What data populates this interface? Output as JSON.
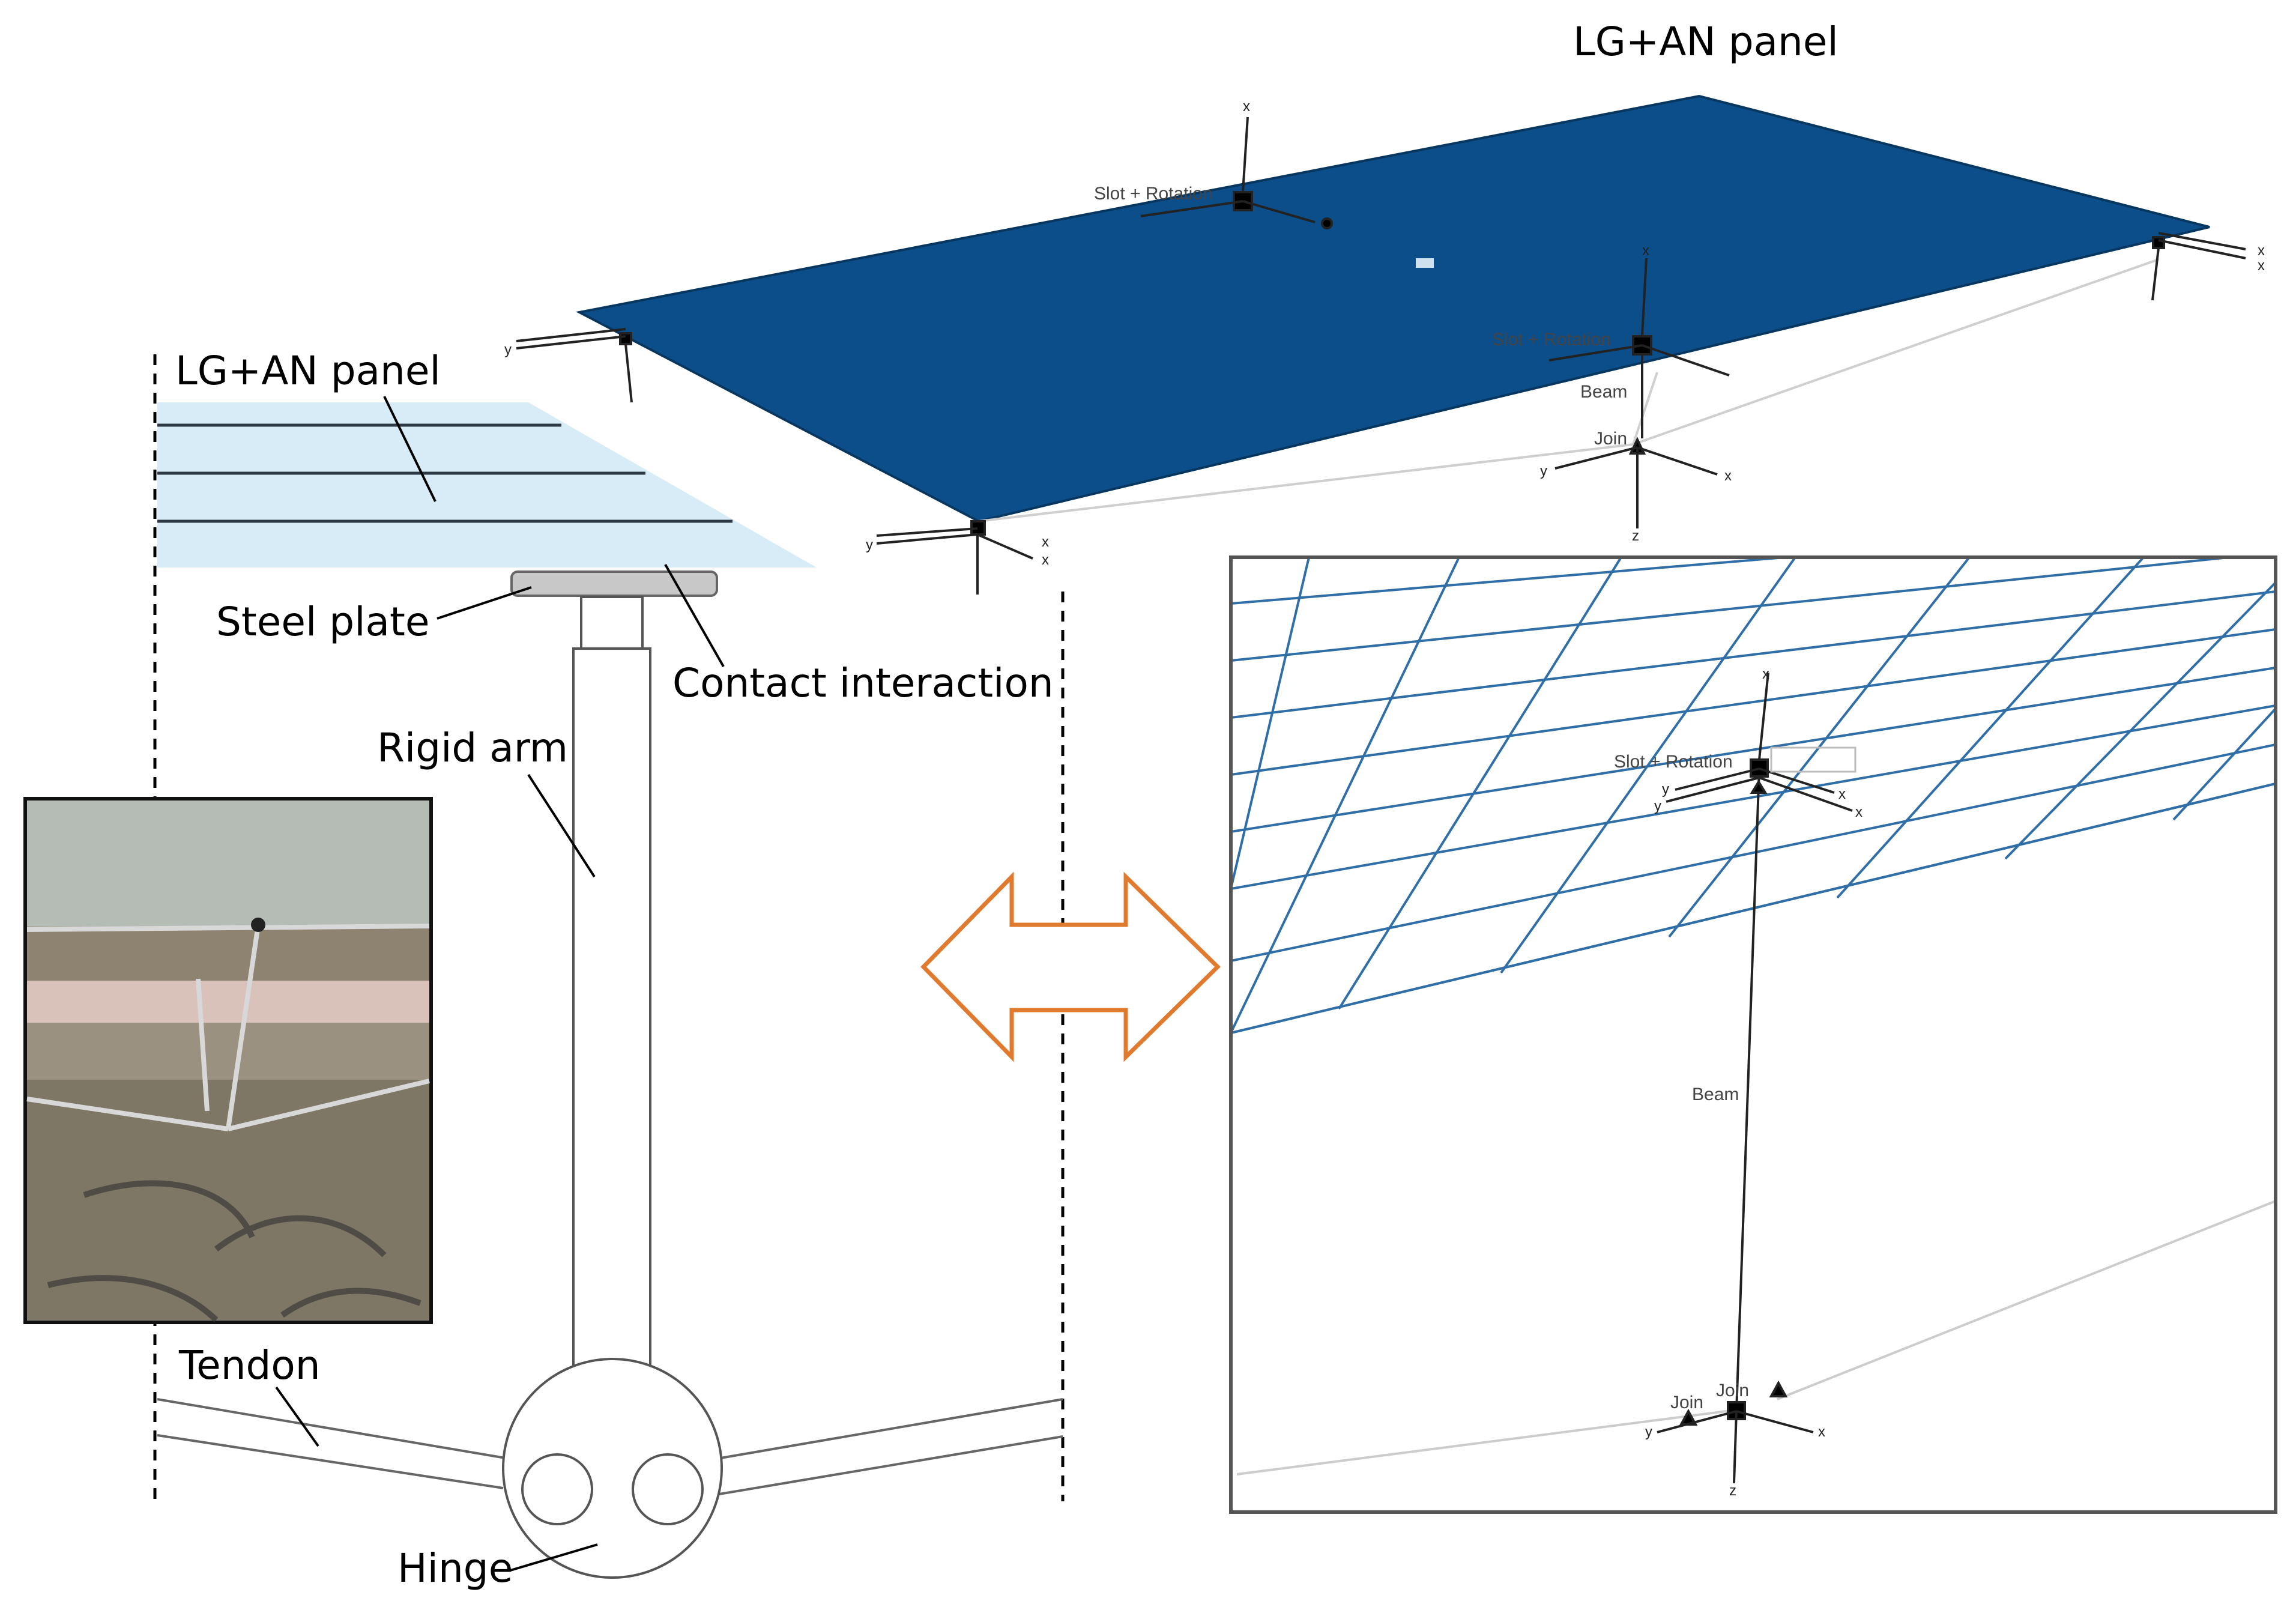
{
  "labels": {
    "panel_top": "LG+AN panel",
    "panel_section": "LG+AN panel",
    "steel_plate": "Steel plate",
    "contact_interaction": "Contact interaction",
    "rigid_arm": "Rigid arm",
    "tendon": "Tendon",
    "hinge": "Hinge"
  },
  "fem_labels": {
    "slot_rotation": "Slot + Rotation",
    "beam": "Beam",
    "join": "Join"
  },
  "axis_letters": {
    "x": "x",
    "y": "y",
    "z": "z"
  },
  "colors": {
    "panel_fill": "#0b4e8a",
    "arrow": "#e07a2e",
    "mesh": "#2f6ea6",
    "glass": "#d8ecf8"
  }
}
